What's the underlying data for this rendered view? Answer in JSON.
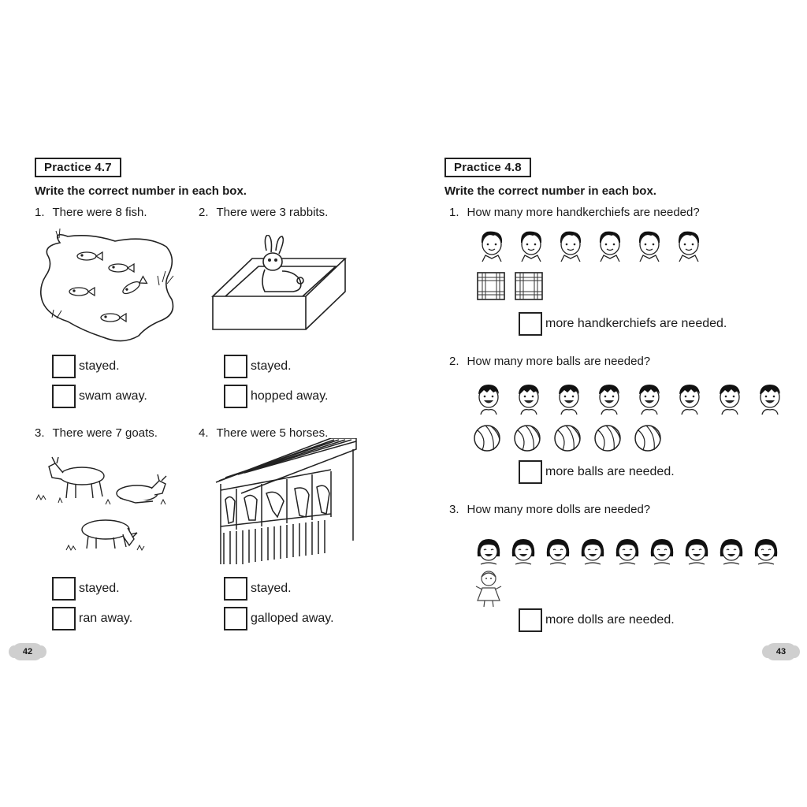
{
  "left_page": {
    "title": "Practice  4.7",
    "instruction": "Write the correct number in each box.",
    "page_number": "42",
    "questions": [
      {
        "num": "1.",
        "text": "There were 8 fish.",
        "answers": [
          "stayed.",
          "swam away."
        ]
      },
      {
        "num": "2.",
        "text": "There were 3 rabbits.",
        "answers": [
          "stayed.",
          "hopped away."
        ]
      },
      {
        "num": "3.",
        "text": "There were 7 goats.",
        "answers": [
          "stayed.",
          "ran away."
        ]
      },
      {
        "num": "4.",
        "text": "There were 5 horses.",
        "answers": [
          "stayed.",
          "galloped away."
        ]
      }
    ]
  },
  "right_page": {
    "title": "Practice  4.8",
    "instruction": "Write the correct number in each box.",
    "page_number": "43",
    "questions": [
      {
        "num": "1.",
        "text": "How many more handkerchiefs are needed?",
        "answer": "more handkerchiefs are needed.",
        "people": 6,
        "items": 2,
        "item_icon": "handkerchief-icon"
      },
      {
        "num": "2.",
        "text": "How many more balls are needed?",
        "answer": "more balls are needed.",
        "people": 8,
        "items": 5,
        "item_icon": "ball-icon"
      },
      {
        "num": "3.",
        "text": "How many more dolls are needed?",
        "answer": "more dolls are needed.",
        "people": 9,
        "items": 1,
        "item_icon": "doll-icon"
      }
    ]
  }
}
